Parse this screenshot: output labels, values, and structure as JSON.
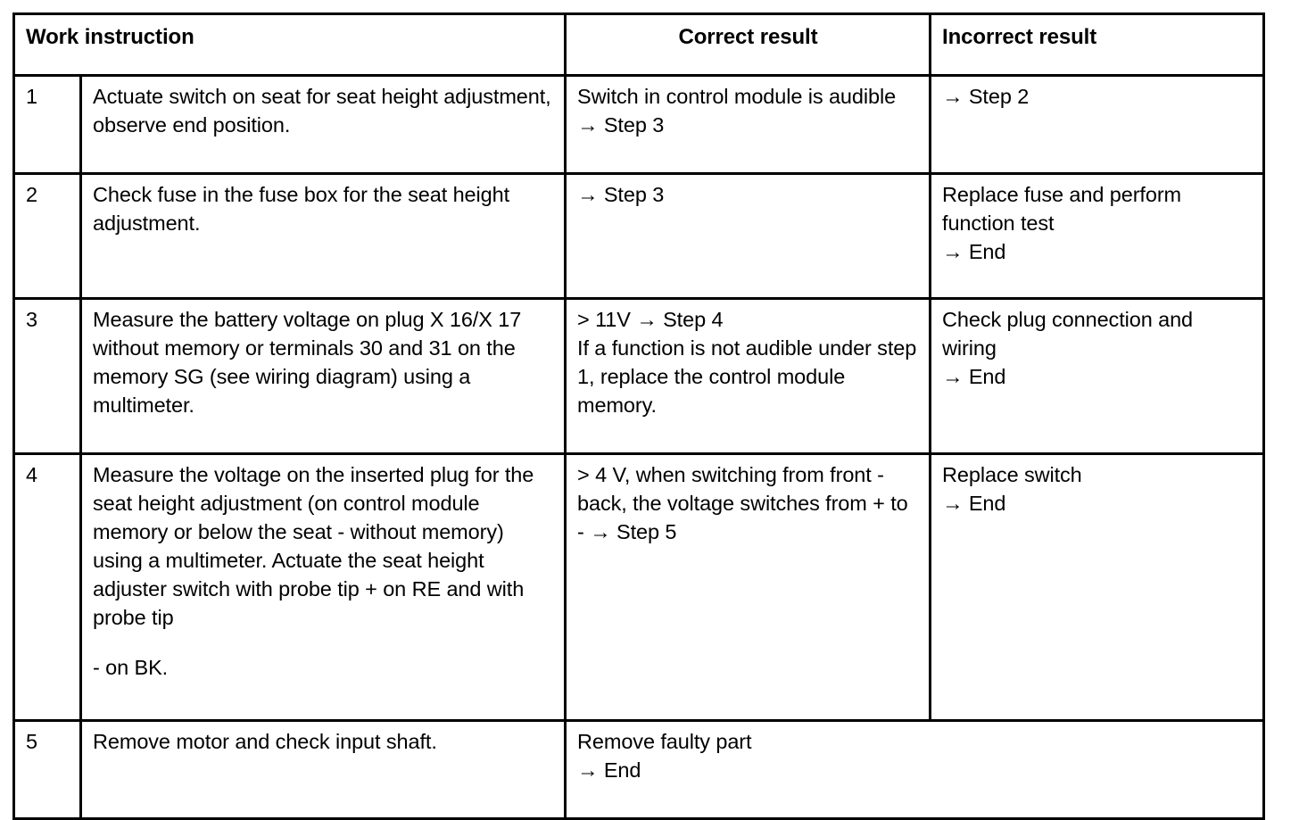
{
  "table": {
    "headers": {
      "work_instruction": "Work instruction",
      "correct_result": "Correct result",
      "incorrect_result": "Incorrect result"
    },
    "rows": [
      {
        "num": "1",
        "instruction": "Actuate switch on seat for seat height adjustment, observe end position.",
        "correct": "Switch in control module is audible → Step 3",
        "incorrect": "→ Step 2"
      },
      {
        "num": "2",
        "instruction": "Check fuse in the fuse box for the seat height adjustment.",
        "correct": "→ Step 3",
        "incorrect_line1": "Replace fuse and perform function test",
        "incorrect_line2": "→ End"
      },
      {
        "num": "3",
        "instruction": "Measure the battery voltage on plug X 16/X 17 without memory or terminals 30 and 31 on the memory SG (see wiring diagram) using a multimeter.",
        "correct_line1": "> 11V → Step 4",
        "correct_line2": "If a function is not audible under step 1, replace the control module memory.",
        "incorrect_line1": "Check plug connection and wiring",
        "incorrect_line2": "→ End"
      },
      {
        "num": "4",
        "instruction_line1": "Measure the voltage on the inserted plug for the seat height adjustment (on control module memory or below the seat - without memory) using a multimeter. Actuate the seat height adjuster switch with probe tip + on RE and with probe tip",
        "instruction_line2": "- on BK.",
        "correct": "> 4 V, when switching from front - back, the voltage switches from + to - → Step 5",
        "incorrect_line1": "Replace switch",
        "incorrect_line2": "→ End"
      },
      {
        "num": "5",
        "instruction": "Remove motor and check input shaft.",
        "correct_line1": "Remove faulty part",
        "correct_line2": "→ End"
      }
    ]
  }
}
